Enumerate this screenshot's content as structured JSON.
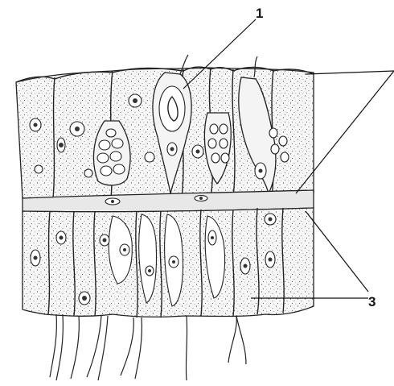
{
  "labels": [
    {
      "id": "label-1",
      "text": "1"
    },
    {
      "id": "label-3",
      "text": "3"
    }
  ]
}
